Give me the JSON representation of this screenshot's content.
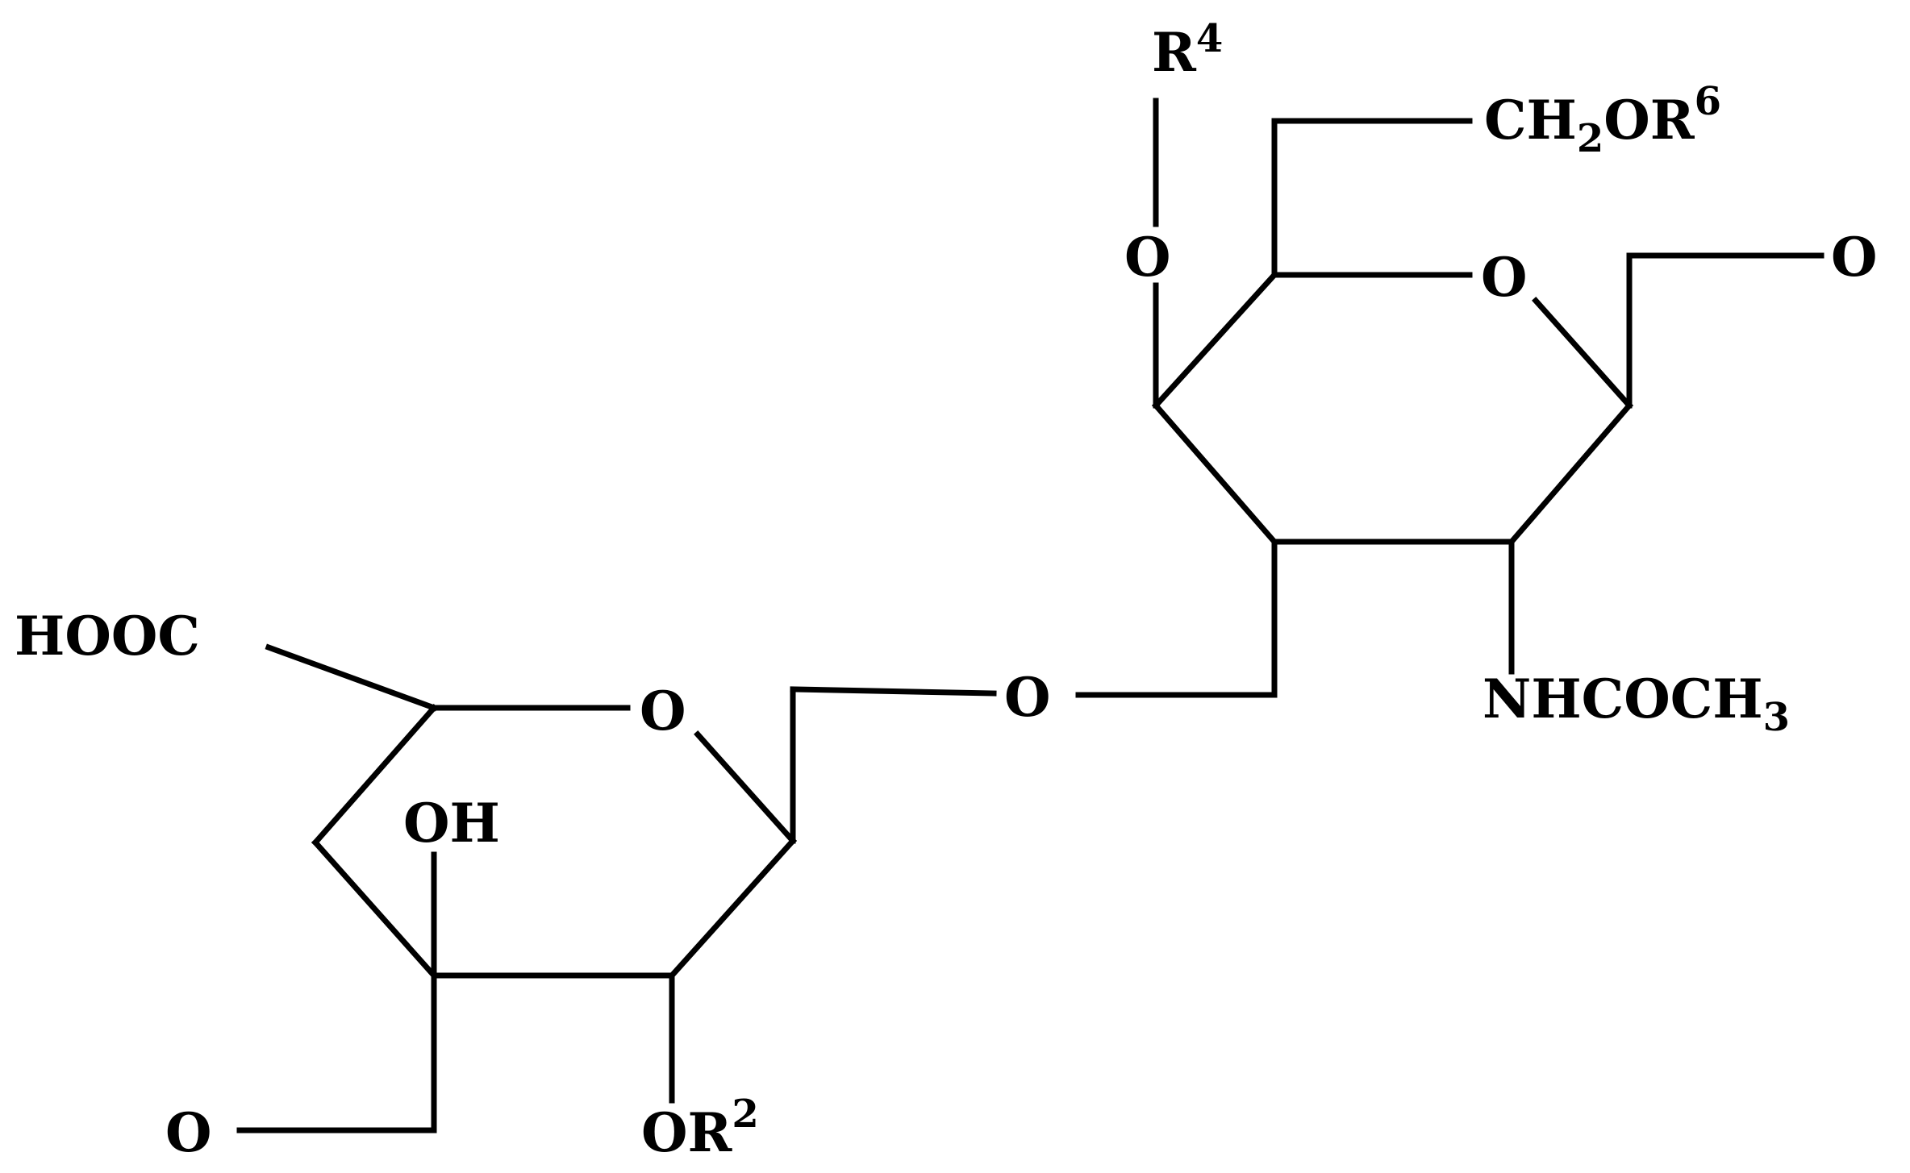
{
  "labels": {
    "r4": "R",
    "r4_sup": "4",
    "ch2or6_a": "CH",
    "ch2or6_sub": "2",
    "ch2or6_b": "OR",
    "ch2or6_sup": "6",
    "o_upper_left": "O",
    "o_ring_right": "O",
    "o_far_right": "O",
    "hooc": "HOOC",
    "o_ring_left": "O",
    "o_glycosidic": "O",
    "nhcoch3_a": "NHCOCH",
    "nhcoch3_sub": "3",
    "oh": "OH",
    "o_bottom_left": "O",
    "or2_a": "OR",
    "or2_sup": "2"
  }
}
